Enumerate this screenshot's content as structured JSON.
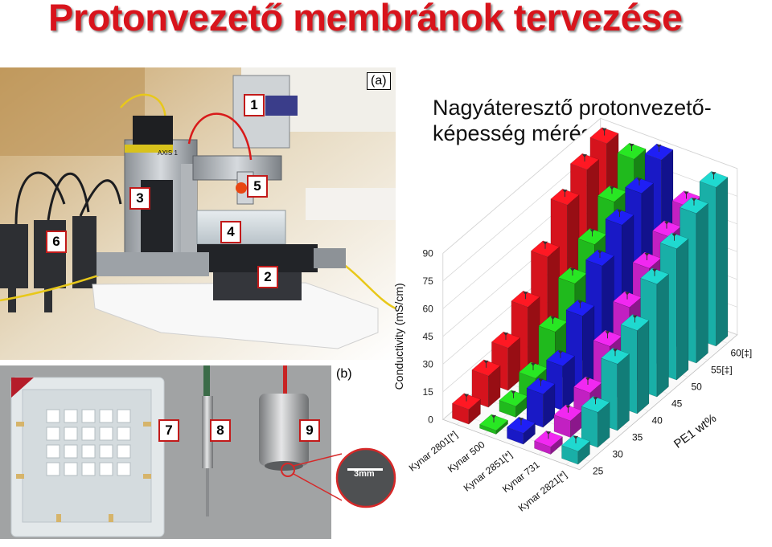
{
  "slide": {
    "title": "Protonvezető membránok tervezése",
    "subtitle": "Nagyáteresztő protonvezető-képesség mérés"
  },
  "photo_a": {
    "panel_label": "(a)",
    "callouts": [
      "1",
      "2",
      "3",
      "4",
      "5",
      "6"
    ],
    "device_label": "AXIS 1"
  },
  "photo_b": {
    "panel_label": "(b)",
    "callouts": [
      "7",
      "8",
      "9"
    ],
    "zoom_label": "3mm"
  },
  "chart_data": {
    "type": "bar",
    "subtype": "3d-bar",
    "ylabel": "Conductivity (mS/cm)",
    "yticks": [
      "0",
      "15",
      "30",
      "45",
      "60",
      "75",
      "90"
    ],
    "ylim": [
      0,
      90
    ],
    "xlabel": "PE1 wt%",
    "x": [
      "25",
      "30",
      "35",
      "40",
      "45",
      "50",
      "55[‡]",
      "60[‡]"
    ],
    "categories": [
      "Kynar 2801[*]",
      "Kynar 500",
      "Kynar 2851[*]",
      "Kynar 731",
      "Kynar 2821[*]"
    ],
    "colors": [
      "#e0141e",
      "#22c41e",
      "#1a1ad0",
      "#cc22cc",
      "#1ab8b0"
    ],
    "grid": true,
    "series": [
      {
        "values": [
          8,
          17,
          23,
          36,
          54,
          73,
          83,
          88
        ]
      },
      {
        "values": [
          2,
          6,
          12,
          28,
          45,
          57,
          71,
          85
        ]
      },
      {
        "values": [
          6,
          18,
          24,
          42,
          60,
          73,
          81,
          90
        ]
      },
      {
        "values": [
          4,
          9,
          15,
          31,
          43,
          55,
          63,
          70
        ]
      },
      {
        "values": [
          7,
          19,
          36,
          45,
          61,
          71,
          81,
          86
        ]
      }
    ]
  }
}
